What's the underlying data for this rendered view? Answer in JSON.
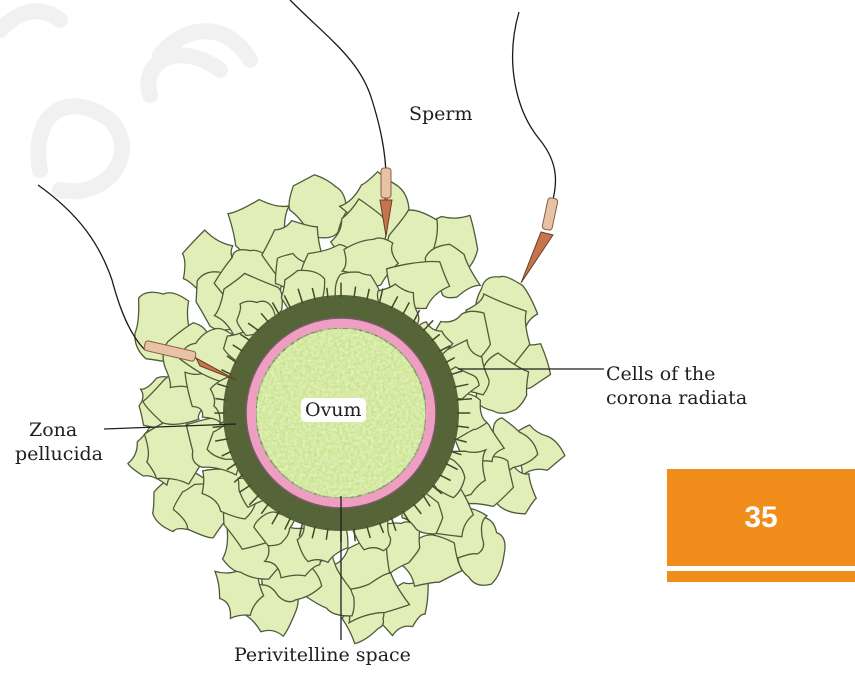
{
  "labels": {
    "sperm": "Sperm",
    "corona": "Cells of the corona radiata",
    "corona_line1": "Cells of the",
    "corona_line2": "corona radiata",
    "zona_line1": "Zona",
    "zona_line2": "pellucida",
    "perivitelline": "Perivitelline space",
    "ovum": "Ovum"
  },
  "page_number": "35",
  "colors": {
    "corona_cell_fill": "#e2eeb7",
    "corona_cell_stroke": "#4f5a3a",
    "zona_fill": "#5c6c3c",
    "perivitelline_ring": "#ee9ec0",
    "ovum_fill": "#c9e48a",
    "sperm_tail": "#b9764f",
    "sperm_head": "#c6744e",
    "accent_orange": "#f18d1a"
  },
  "icons": [
    "sperm-icon"
  ]
}
